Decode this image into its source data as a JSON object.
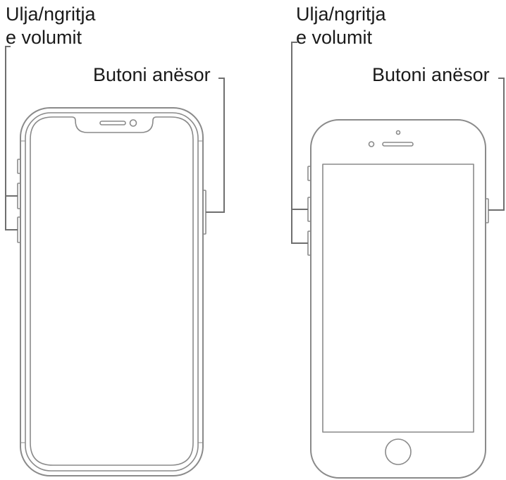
{
  "phones": [
    {
      "model": "face-id",
      "volume_label_line1": "Ulja/ngritja",
      "volume_label_line2": "e volumit",
      "side_label": "Butoni anësor"
    },
    {
      "model": "home-button",
      "volume_label_line1": "Ulja/ngritja",
      "volume_label_line2": "e volumit",
      "side_label": "Butoni anësor"
    }
  ],
  "colors": {
    "outline": "#8a8a8a",
    "leader": "#6f6f6f",
    "text": "#1a1a1a"
  }
}
